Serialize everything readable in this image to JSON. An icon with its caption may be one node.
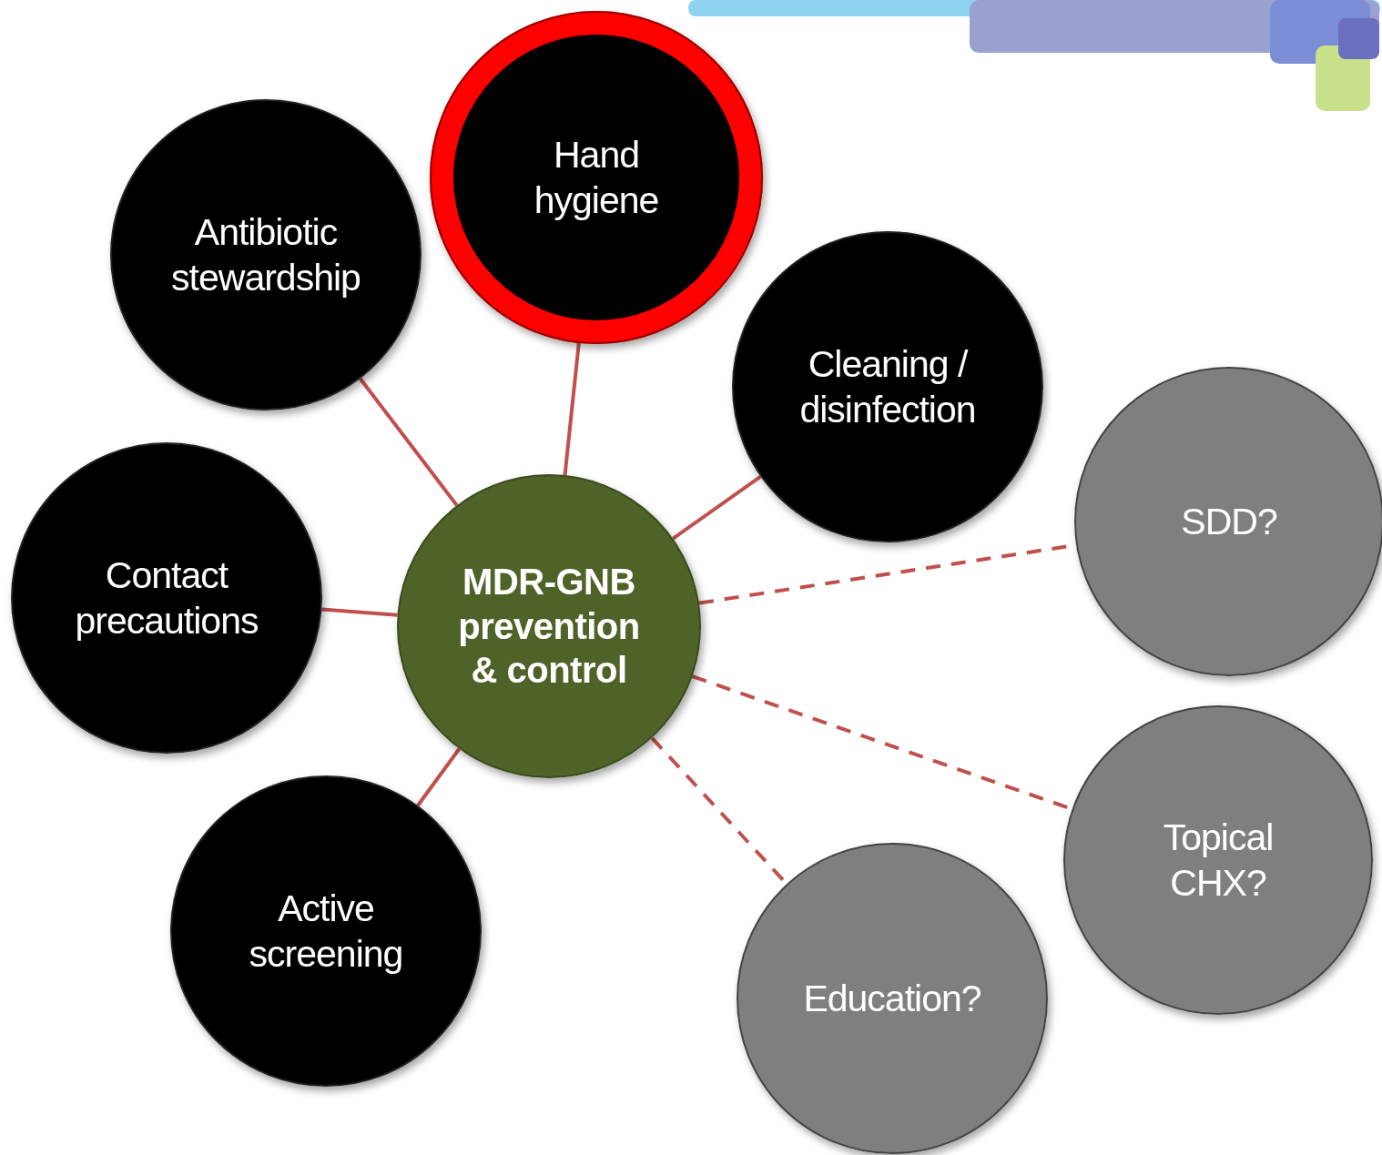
{
  "diagram": {
    "nodes": [
      {
        "text": [
          "Hand hygiene"
        ]
      },
      {
        "text": [
          "Antibiotic stewardship"
        ]
      },
      {
        "text": [
          "Cleaning / disinfection"
        ]
      },
      {
        "text": [
          "SDD?"
        ]
      },
      {
        "text": [
          "Contact precautions"
        ]
      },
      {
        "text": [
          "MDR-GNB prevention & control"
        ]
      },
      {
        "text": [
          "Topical CHX?"
        ]
      },
      {
        "text": [
          "Active screening"
        ]
      },
      {
        "text": [
          "Education?"
        ]
      }
    ],
    "edges": [
      {
        "from": 5,
        "to": 0,
        "arrow": "none"
      },
      {
        "from": 5,
        "to": 1,
        "arrow": "none"
      },
      {
        "from": 5,
        "to": 2,
        "arrow": "none"
      },
      {
        "from": 5,
        "to": 3,
        "arrow": "none",
        "style": "dashed"
      },
      {
        "from": 5,
        "to": 4,
        "arrow": "none"
      },
      {
        "from": 5,
        "to": 6,
        "arrow": "none",
        "style": "dashed"
      },
      {
        "from": 5,
        "to": 7,
        "arrow": "none"
      },
      {
        "from": 5,
        "to": 8,
        "arrow": "none",
        "style": "dashed"
      }
    ]
  }
}
